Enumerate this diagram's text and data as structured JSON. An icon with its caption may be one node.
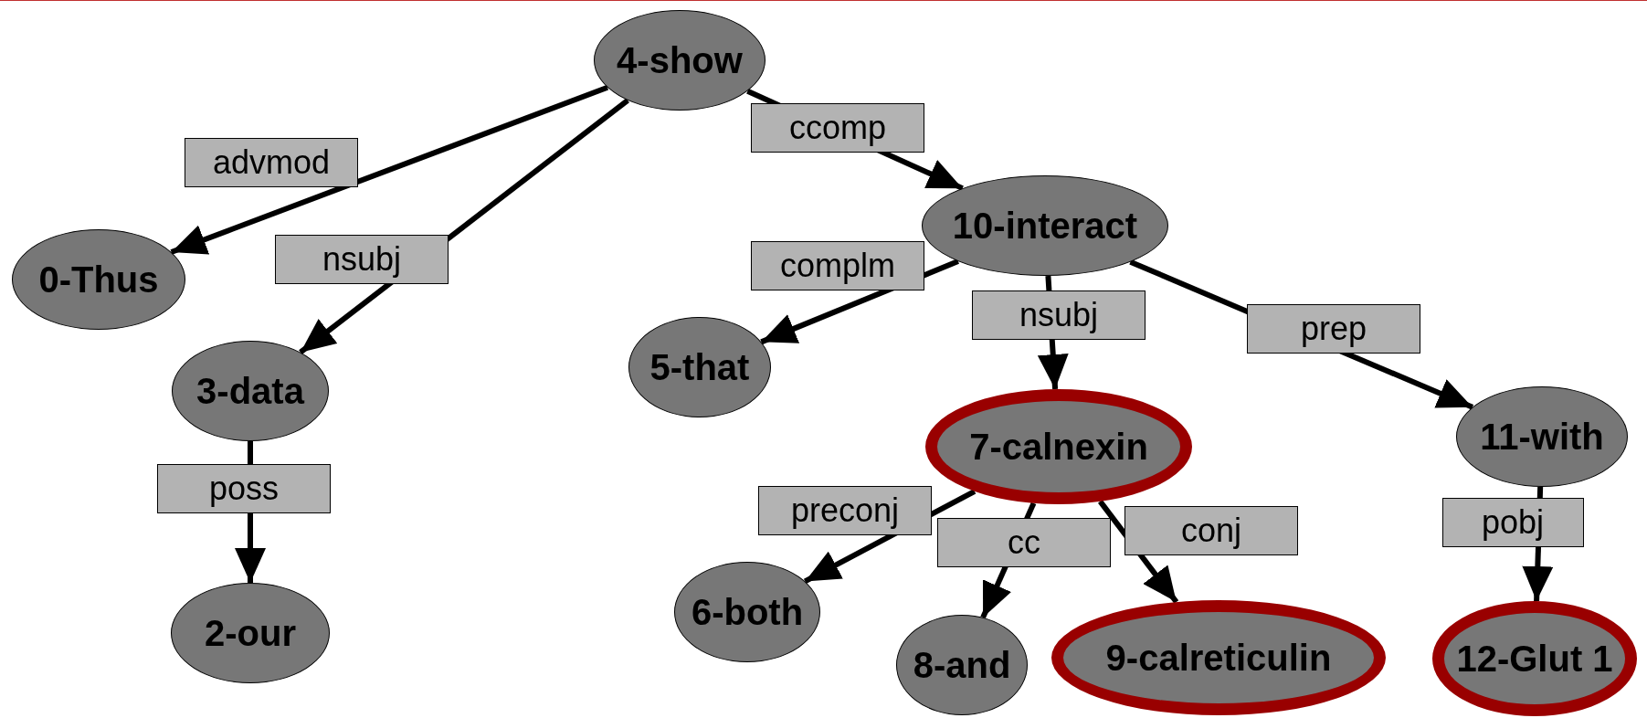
{
  "diagram": {
    "nodes": [
      {
        "text": [
          "4-show"
        ]
      },
      {
        "text": [
          "0-Thus"
        ]
      },
      {
        "text": [
          "3-data"
        ]
      },
      {
        "text": [
          "2-our"
        ]
      },
      {
        "text": [
          "10-interact"
        ]
      },
      {
        "text": [
          "5-that"
        ]
      },
      {
        "text": [
          "7-calnexin"
        ]
      },
      {
        "text": [
          "6-both"
        ]
      },
      {
        "text": [
          "8-and"
        ]
      },
      {
        "text": [
          "9-calreticulin"
        ]
      },
      {
        "text": [
          "11-with"
        ]
      },
      {
        "text": [
          "12-Glut 1"
        ]
      }
    ],
    "edges": [
      {
        "from": 0,
        "to": 1,
        "arrow": "to",
        "label": "advmod"
      },
      {
        "from": 0,
        "to": 2,
        "arrow": "to",
        "label": "nsubj"
      },
      {
        "from": 2,
        "to": 3,
        "arrow": "to",
        "label": "poss"
      },
      {
        "from": 0,
        "to": 4,
        "arrow": "to",
        "label": "ccomp"
      },
      {
        "from": 4,
        "to": 5,
        "arrow": "to",
        "label": "complm"
      },
      {
        "from": 4,
        "to": 6,
        "arrow": "to",
        "label": "nsubj"
      },
      {
        "from": 4,
        "to": 10,
        "arrow": "to",
        "label": "prep"
      },
      {
        "from": 6,
        "to": 7,
        "arrow": "to",
        "label": "preconj"
      },
      {
        "from": 6,
        "to": 8,
        "arrow": "to",
        "label": "cc"
      },
      {
        "from": 6,
        "to": 9,
        "arrow": "to",
        "label": "conj"
      },
      {
        "from": 10,
        "to": 11,
        "arrow": "to",
        "label": "pobj"
      }
    ]
  }
}
